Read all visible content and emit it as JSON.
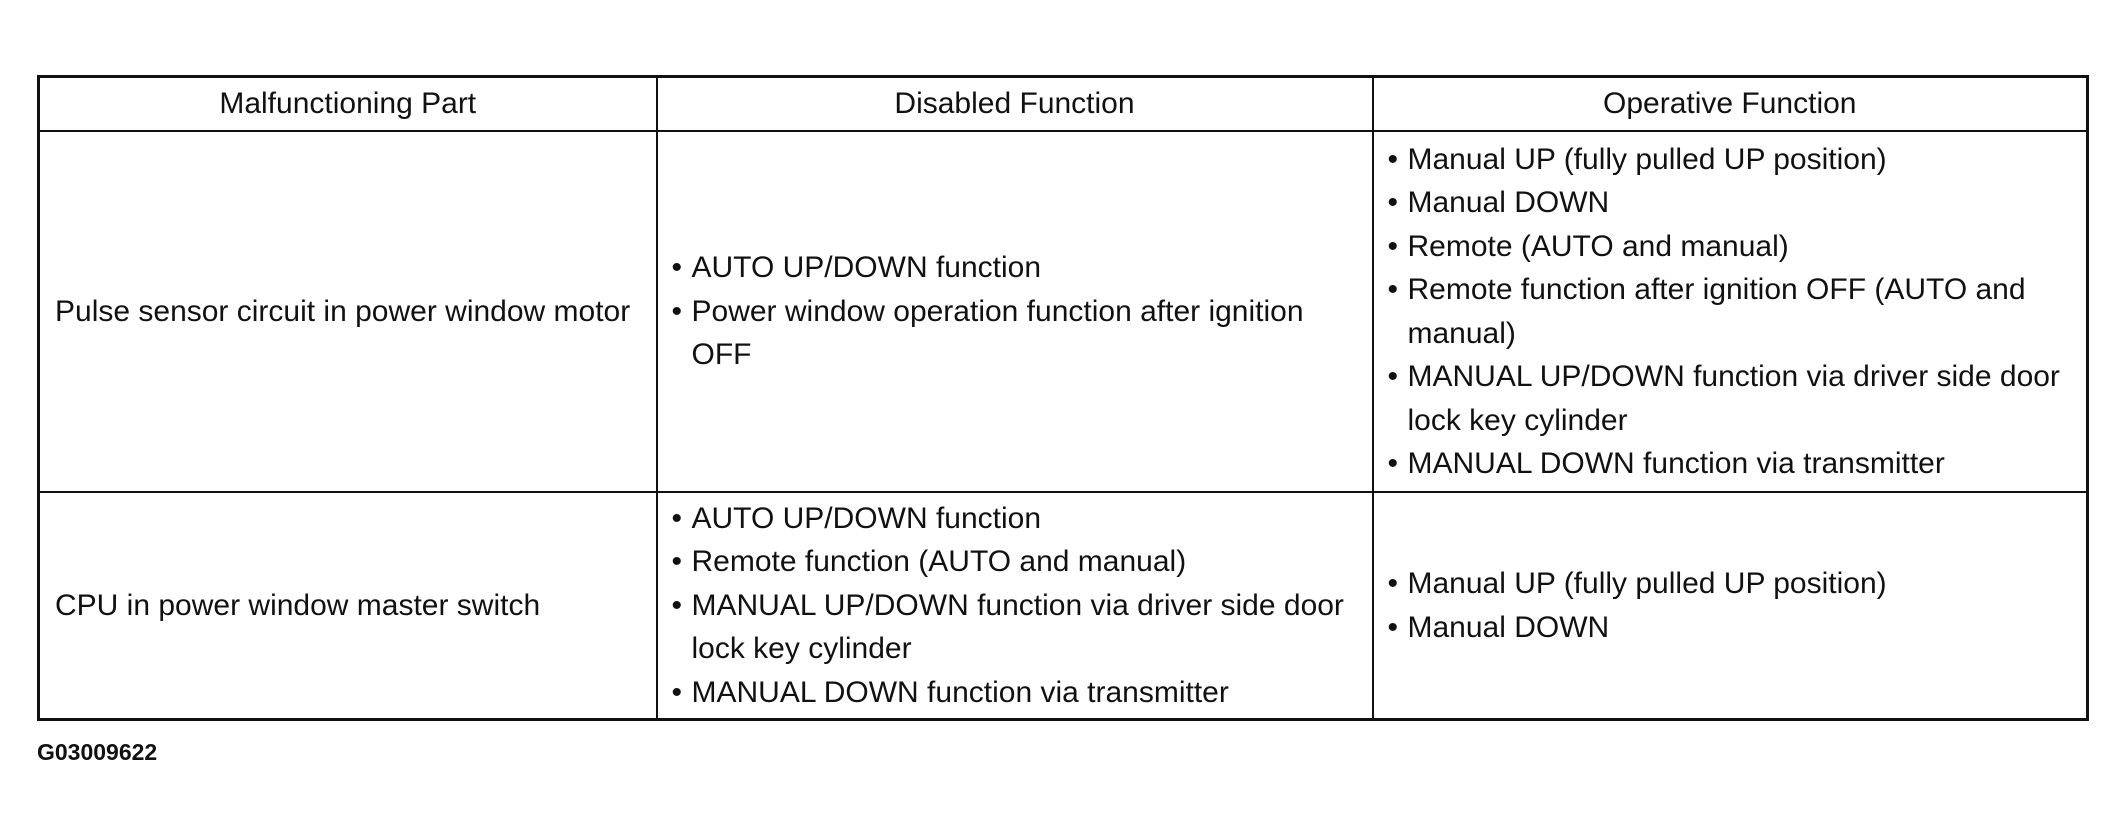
{
  "table": {
    "headers": [
      "Malfunctioning Part",
      "Disabled Function",
      "Operative Function"
    ],
    "rows": [
      {
        "part": "Pulse sensor circuit in power window motor",
        "disabled": [
          "AUTO UP/DOWN function",
          "Power window operation function after ignition OFF"
        ],
        "operative": [
          "Manual UP (fully pulled UP position)",
          "Manual DOWN",
          "Remote (AUTO and manual)",
          "Remote function after ignition OFF (AUTO and manual)",
          "MANUAL UP/DOWN function via driver side door lock key cylinder",
          "MANUAL DOWN function via transmitter"
        ]
      },
      {
        "part": "CPU in power window master switch",
        "disabled": [
          "AUTO UP/DOWN function",
          "Remote function (AUTO and manual)",
          "MANUAL UP/DOWN function via driver side door lock key cylinder",
          "MANUAL DOWN function via transmitter"
        ],
        "operative": [
          "Manual UP (fully pulled UP position)",
          "Manual DOWN"
        ]
      }
    ]
  },
  "figure_id": "G03009622"
}
